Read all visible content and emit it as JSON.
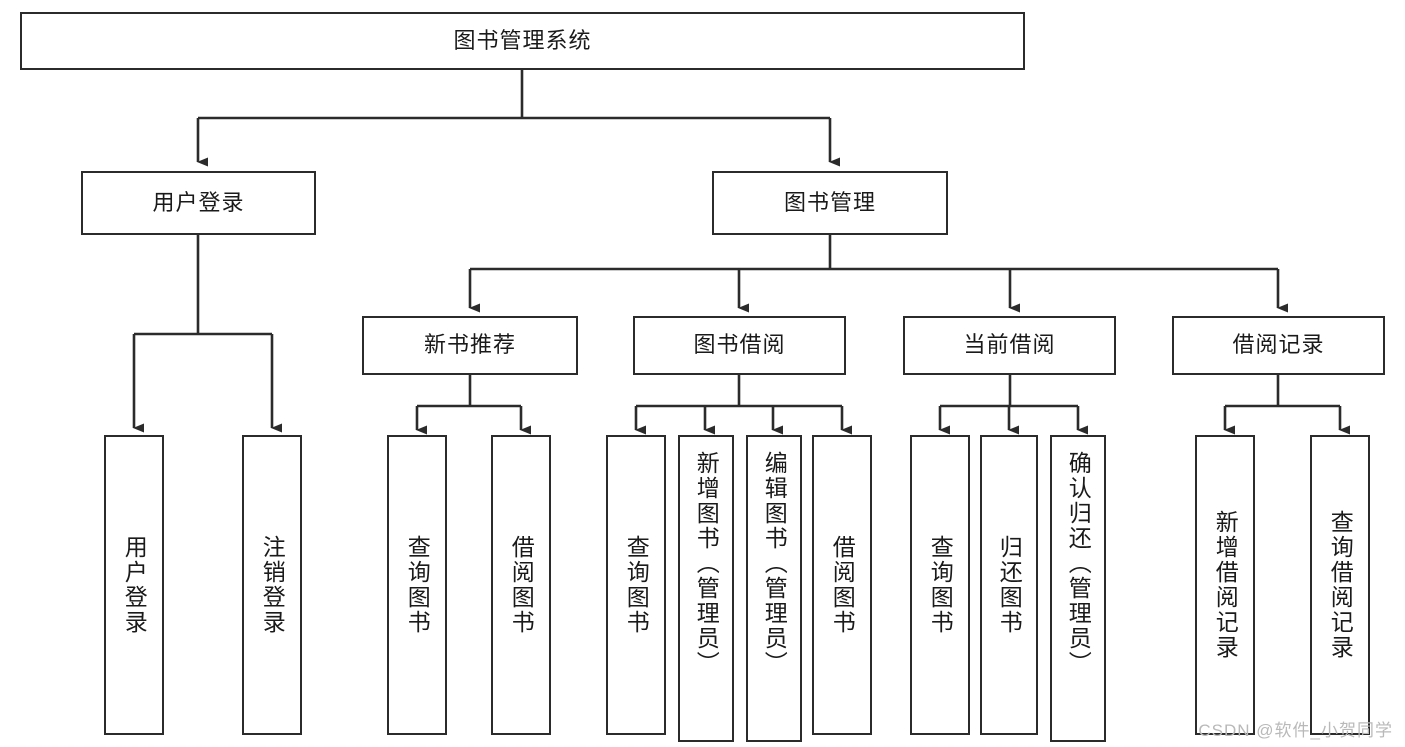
{
  "diagram": {
    "title": "图书管理系统",
    "type": "tree",
    "colors": {
      "node_border": "#2b2b2b",
      "node_fill": "#ffffff",
      "edge": "#2b2b2b",
      "text": "#1a1a1a",
      "watermark": "#b9b9b9",
      "background": "#ffffff"
    },
    "watermark": "CSDN @软件_小贺同学",
    "root": {
      "id": "root",
      "label": "图书管理系统"
    },
    "level2": [
      {
        "id": "user-login",
        "label": "用户登录"
      },
      {
        "id": "book-manage",
        "label": "图书管理"
      }
    ],
    "level3": [
      {
        "id": "new-book-recommend",
        "label": "新书推荐",
        "parent": "book-manage"
      },
      {
        "id": "book-borrow",
        "label": "图书借阅",
        "parent": "book-manage"
      },
      {
        "id": "current-borrow",
        "label": "当前借阅",
        "parent": "book-manage"
      },
      {
        "id": "borrow-record",
        "label": "借阅记录",
        "parent": "book-manage"
      }
    ],
    "leaves": [
      {
        "id": "leaf-user-login",
        "label": "用户登录",
        "parent": "user-login"
      },
      {
        "id": "leaf-logout-login",
        "label": "注销登录",
        "parent": "user-login"
      },
      {
        "id": "leaf-query-book-1",
        "label": "查询图书",
        "parent": "new-book-recommend"
      },
      {
        "id": "leaf-borrow-book-1",
        "label": "借阅图书",
        "parent": "new-book-recommend"
      },
      {
        "id": "leaf-query-book-2",
        "label": "查询图书",
        "parent": "book-borrow"
      },
      {
        "id": "leaf-add-book",
        "label": "新增图书（管理员）",
        "parent": "book-borrow"
      },
      {
        "id": "leaf-edit-book",
        "label": "编辑图书（管理员）",
        "parent": "book-borrow"
      },
      {
        "id": "leaf-borrow-book-2",
        "label": "借阅图书",
        "parent": "book-borrow"
      },
      {
        "id": "leaf-query-book-3",
        "label": "查询图书",
        "parent": "current-borrow"
      },
      {
        "id": "leaf-return-book",
        "label": "归还图书",
        "parent": "current-borrow"
      },
      {
        "id": "leaf-confirm-return",
        "label": "确认归还（管理员）",
        "parent": "current-borrow"
      },
      {
        "id": "leaf-add-record",
        "label": "新增借阅记录",
        "parent": "borrow-record"
      },
      {
        "id": "leaf-query-record",
        "label": "查询借阅记录",
        "parent": "borrow-record"
      }
    ]
  }
}
